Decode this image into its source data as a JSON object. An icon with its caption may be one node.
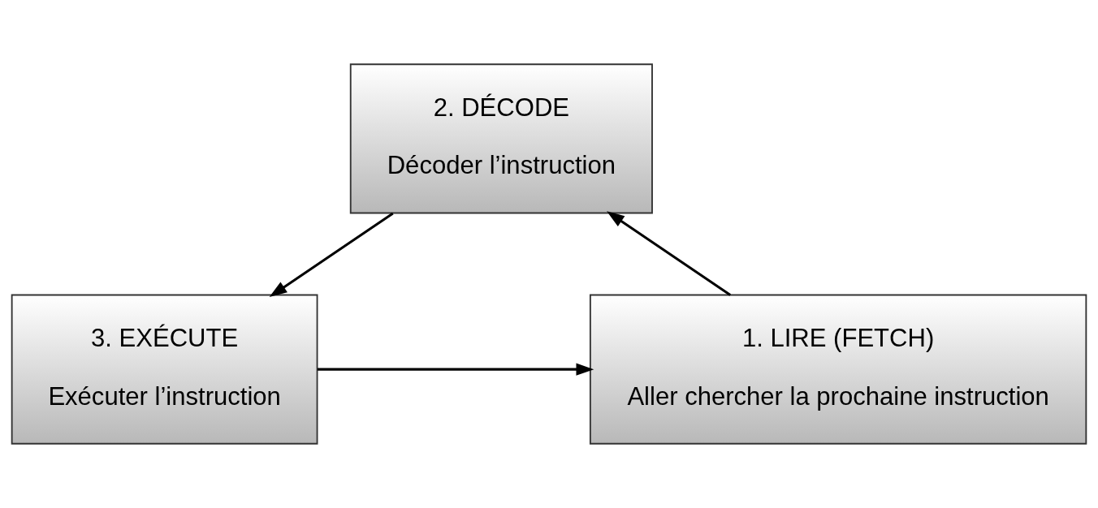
{
  "diagram": {
    "nodes": [
      {
        "text": [
          "1. LIRE (FETCH)",
          "Aller chercher la prochaine instruction"
        ]
      },
      {
        "text": [
          "2. DÉCODE",
          "Décoder l’instruction"
        ]
      },
      {
        "text": [
          "3. EXÉCUTE",
          "Exécuter l’instruction"
        ]
      }
    ],
    "edges": [
      {
        "from": 0,
        "to": 1,
        "arrow": "to"
      },
      {
        "from": 1,
        "to": 2,
        "arrow": "to"
      },
      {
        "from": 2,
        "to": 0,
        "arrow": "to"
      }
    ]
  }
}
